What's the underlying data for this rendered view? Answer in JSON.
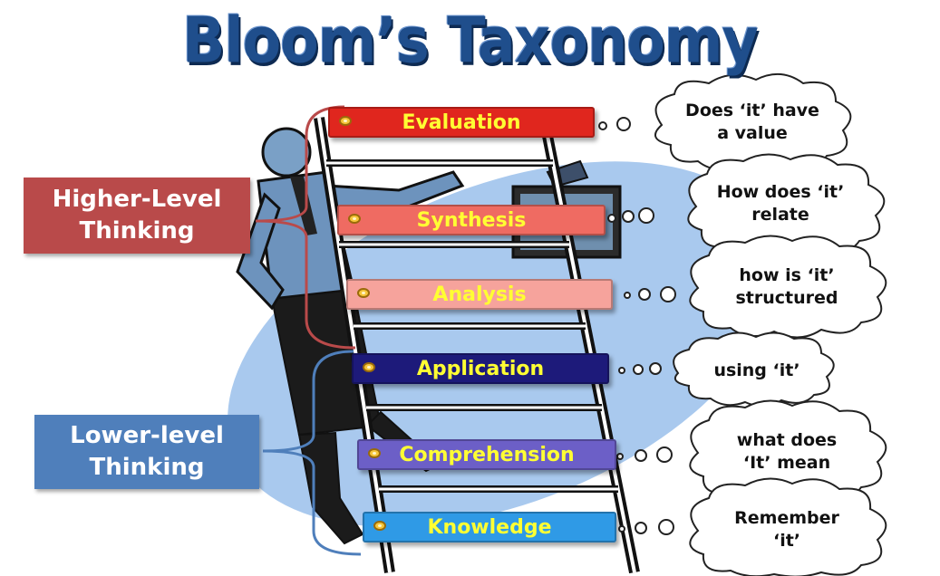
{
  "title": "Bloom’s Taxonomy",
  "groups": {
    "higher": "Higher-Level Thinking",
    "lower": "Lower-level Thinking"
  },
  "levels": [
    {
      "label": "Evaluation",
      "question": "Does ‘it’ have a value",
      "color": "#e0261e"
    },
    {
      "label": "Synthesis",
      "question": "How does ‘it’ relate",
      "color": "#ef6b62"
    },
    {
      "label": "Analysis",
      "question": "how is ‘it’ structured",
      "color": "#f6a39c"
    },
    {
      "label": "Application",
      "question": "using ‘it’",
      "color": "#1d1a7a"
    },
    {
      "label": "Comprehension",
      "question": "what does ‘It’ mean",
      "color": "#6c5fc7"
    },
    {
      "label": "Knowledge",
      "question": "Remember ‘it’",
      "color": "#2f9ae6"
    }
  ],
  "colors": {
    "title": "#1f4e8c",
    "higher_box": "#b94a4a",
    "lower_box": "#4f7fbb",
    "bracket_higher": "#b94a4a",
    "bracket_lower": "#4f7fbb",
    "label_text": "#ffff33",
    "backdrop": "#a9c9ee"
  }
}
